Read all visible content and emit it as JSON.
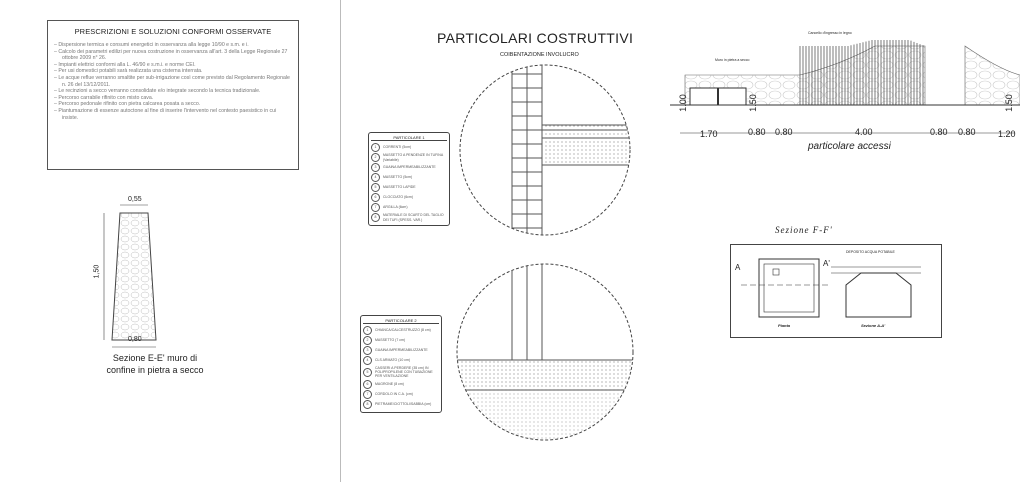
{
  "left": {
    "prescriptions_title": "PRESCRIZIONI E SOLUZIONI CONFORMI OSSERVATE",
    "prescriptions": [
      "Dispersione termica e consumi energetici in osservanza alla legge 10/90 e s.m. e i.",
      "Calcolo dei parametri edilizi per nuova costruzione in osservanza all'art. 3 della Legge Regionale 27 ottobre 2009 n° 26.",
      "Impianti elettrici conformi alla L. 46/90 e s.m.i. e norme CEI.",
      "Per usi domestici potabili sarà realizzata una cisterna interrata.",
      "Le acque reflue verranno smaltite per sub-irrigazione così come previsto dal Regolamento Regionale n. 26 del 13/12/2011.",
      "Le recinzioni a secco verranno consolidate e/o integrate secondo la tecnica tradizionale.",
      "Percorso carrabile rifinito con misto cava.",
      "Percorso pedonale rifinito con pietra calcarea posata a secco.",
      "Piantumazione di essenze autoctone al fine di inserire l'intervento nel contesto paesistico in cui insiste."
    ],
    "wall": {
      "top_width": "0,55",
      "height": "1,50",
      "bottom_width": "0,80",
      "caption": "Sezione E-E' muro di confine in pietra a secco"
    }
  },
  "right": {
    "title": "PARTICOLARI COSTRUTTIVI",
    "subtitle": "COIBENTAZIONE INVOLUCRO",
    "legend1": {
      "title": "PARTICOLARE 1",
      "items": [
        "CORRENTI (5cm)",
        "MASSETTO A PENDENZE IN TUFINA (Variabile)",
        "GUAINA IMPERMEABILIZZANTE",
        "MASSETTO (5cm)",
        "MASSETTO LAPIDE",
        "CLOCCIATO (6cm)",
        "ARGILLA (6cm)",
        "MATERIALE DI SCARTO DEL TAGLIO DEI TUFI (SPESS. VAR.)"
      ]
    },
    "legend2": {
      "title": "PARTICOLARE 2",
      "items": [
        "CHIANCA/CALCESTRUZZO (8 cm)",
        "MASSETTO (7 cm)",
        "GUAINA IMPERMEABILIZZANTE",
        "CLS ARMATO (10 cm)",
        "CASSERI A PERDERE (35 cm) IN POLIPROPILENE CON TUBAZIONE PER VENTILAZIONE",
        "MAGRONE (8 cm)",
        "CORDOLO IN C.A. (cm)",
        "PIETRAME/CIOTTOLI/SABBIA (cm)"
      ]
    },
    "accessi": {
      "dims": [
        "1.70",
        "0.80",
        "0.80",
        "4.00",
        "0.80",
        "0.80",
        "1.20"
      ],
      "h1": "1.00",
      "h2": "1.50",
      "h3": "1.50",
      "caption": "particolare accessi",
      "note_gate": "Cancello d'ingresso in legno",
      "note_wall": "Muro in pietra a secco"
    },
    "cistern": {
      "title": "Sezione F-F'",
      "label": "DEPOSITO ACQUA POTABILE",
      "a": "A",
      "a2": "A'",
      "pianta": "Pianta",
      "sezione": "Sezione A-A'"
    }
  }
}
